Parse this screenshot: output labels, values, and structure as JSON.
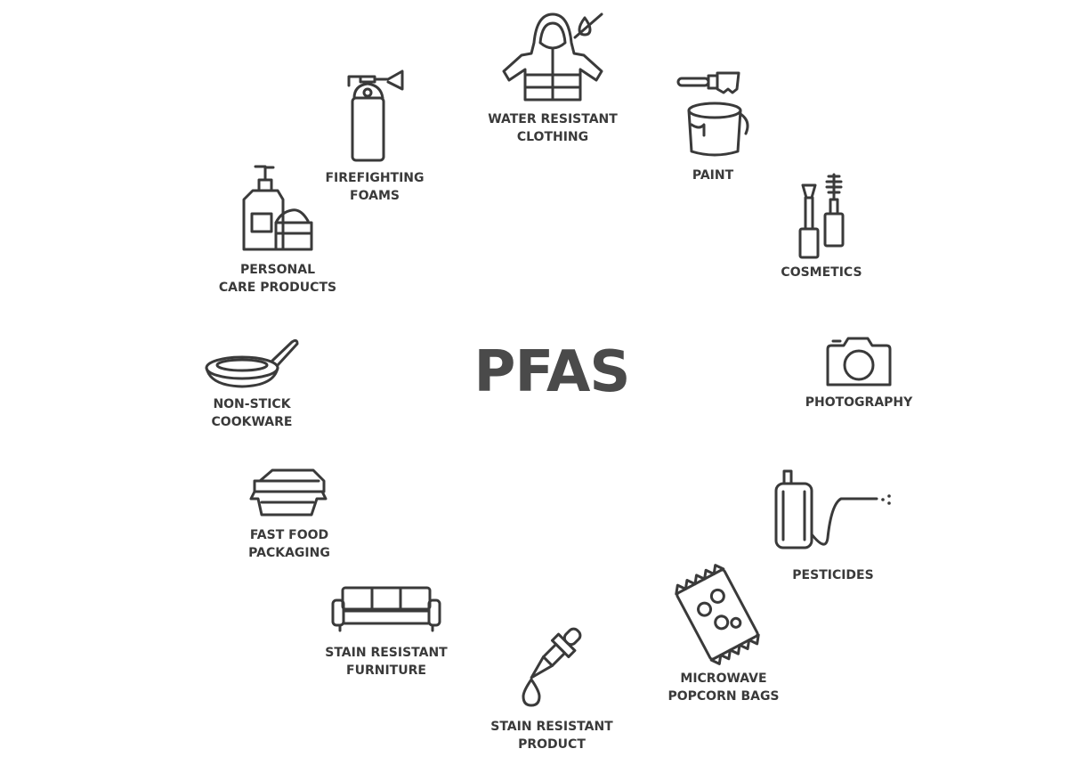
{
  "title": "PFAS",
  "items": [
    {
      "id": "water-resistant-clothing",
      "icon": "jacket-icon",
      "lines": [
        "WATER RESISTANT",
        "CLOTHING"
      ]
    },
    {
      "id": "paint",
      "icon": "paint-can-icon",
      "lines": [
        "PAINT"
      ]
    },
    {
      "id": "cosmetics",
      "icon": "cosmetics-icon",
      "lines": [
        "COSMETICS"
      ]
    },
    {
      "id": "photography",
      "icon": "camera-icon",
      "lines": [
        "PHOTOGRAPHY"
      ]
    },
    {
      "id": "pesticides",
      "icon": "sprayer-icon",
      "lines": [
        "PESTICIDES"
      ]
    },
    {
      "id": "microwave-popcorn-bags",
      "icon": "popcorn-bag-icon",
      "lines": [
        "MICROWAVE",
        "POPCORN BAGS"
      ]
    },
    {
      "id": "stain-resistant-product",
      "icon": "dropper-icon",
      "lines": [
        "STAIN RESISTANT",
        "PRODUCT"
      ]
    },
    {
      "id": "stain-resistant-furniture",
      "icon": "sofa-icon",
      "lines": [
        "STAIN RESISTANT",
        "FURNITURE"
      ]
    },
    {
      "id": "fast-food-packaging",
      "icon": "food-container-icon",
      "lines": [
        "FAST FOOD",
        "PACKAGING"
      ]
    },
    {
      "id": "non-stick-cookware",
      "icon": "frying-pan-icon",
      "lines": [
        "NON-STICK",
        "COOKWARE"
      ]
    },
    {
      "id": "personal-care-products",
      "icon": "lotion-bottle-icon",
      "lines": [
        "PERSONAL",
        "CARE PRODUCTS"
      ]
    },
    {
      "id": "firefighting-foams",
      "icon": "fire-extinguisher-icon",
      "lines": [
        "FIREFIGHTING",
        "FOAMS"
      ]
    }
  ]
}
